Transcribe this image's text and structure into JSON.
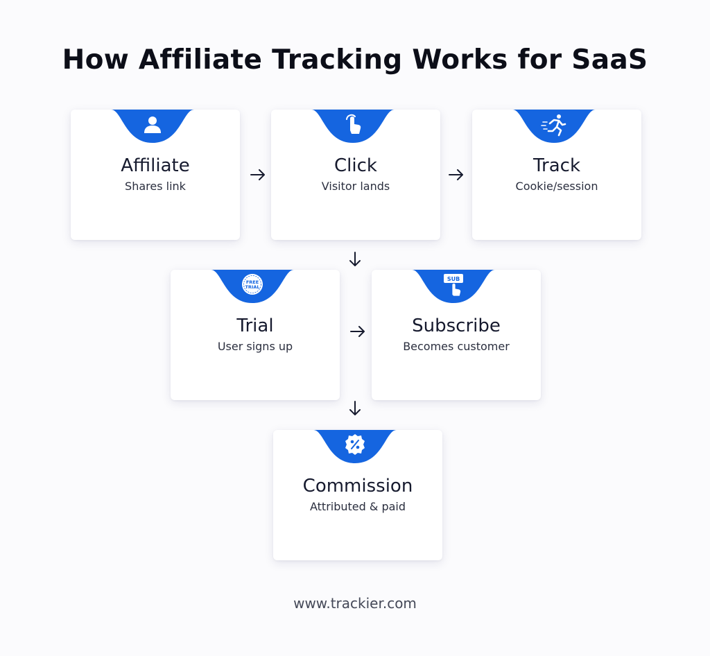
{
  "title": "How Affiliate Tracking Works for SaaS",
  "steps": [
    {
      "title": "Affiliate",
      "subtitle": "Shares link",
      "icon": "user-icon"
    },
    {
      "title": "Click",
      "subtitle": "Visitor lands",
      "icon": "tap-hand-icon"
    },
    {
      "title": "Track",
      "subtitle": "Cookie/session",
      "icon": "running-person-icon"
    },
    {
      "title": "Trial",
      "subtitle": "User signs up",
      "icon": "free-trial-badge-icon",
      "icon_text": [
        "FREE",
        "TRIAL"
      ]
    },
    {
      "title": "Subscribe",
      "subtitle": "Becomes customer",
      "icon": "subscribe-button-icon",
      "icon_text": "SUB"
    },
    {
      "title": "Commission",
      "subtitle": "Attributed & paid",
      "icon": "percent-badge-icon"
    }
  ],
  "footer": "www.trackier.com",
  "colors": {
    "accent": "#1565e0",
    "card": "#ffffff",
    "background": "#fbfbfd",
    "text": "#161a2e"
  }
}
